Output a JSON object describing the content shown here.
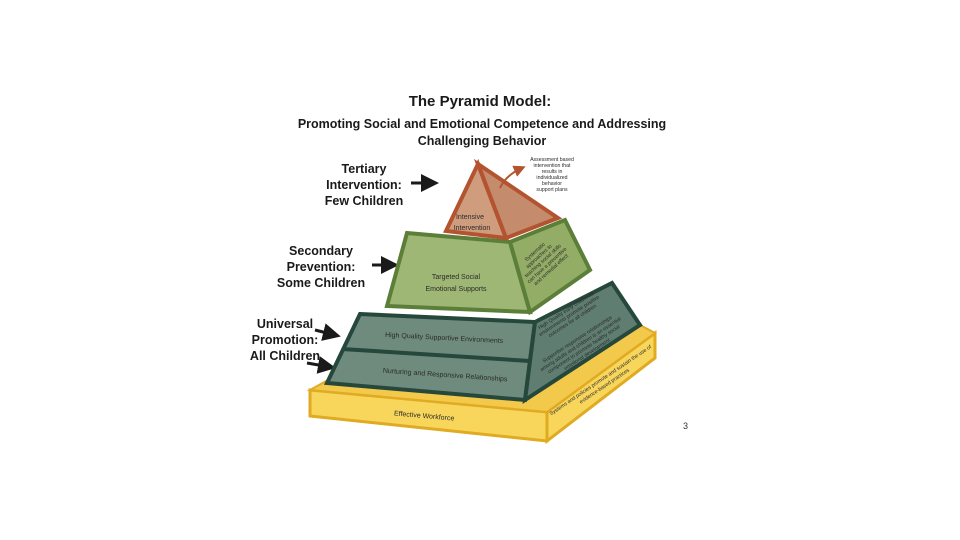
{
  "title": "The Pyramid Model:",
  "subtitle": {
    "line1": "Promoting Social and Emotional Competence and Addressing",
    "line2": "Challenging Behavior"
  },
  "levels": {
    "tertiary": {
      "line1": "Tertiary",
      "line2": "Intervention:",
      "line3": "Few Children"
    },
    "secondary": {
      "line1": "Secondary",
      "line2": "Prevention:",
      "line3": "Some Children"
    },
    "universal": {
      "line1": "Universal",
      "line2": "Promotion:",
      "line3": "All Children"
    }
  },
  "pyramid": {
    "intensive_1": "Intensive",
    "intensive_2": "Intervention",
    "tertiary_note": [
      "Assessment based",
      "intervention that",
      "results in",
      "individualized",
      "behavior",
      "support plans"
    ],
    "targeted_1": "Targeted Social",
    "targeted_2": "Emotional Supports",
    "targeted_side": [
      "Systematic",
      "approaches to",
      "teaching social skills",
      "can have a preventive",
      "and remedial effect"
    ],
    "high_quality": "High Quality Supportive Environments",
    "high_quality_side": [
      "High Quality early childhood",
      "environments promote positive",
      "outcomes for all children"
    ],
    "nurturing": "Nurturing and Responsive Relationships",
    "nurturing_side": [
      "Supportive responsive relationships",
      "among adults and children is an essential",
      "component to promote healthy social",
      "emotional development"
    ],
    "workforce": "Effective Workforce",
    "workforce_side": [
      "Systems and policies promote and sustain the use of",
      "evidence-based practices"
    ]
  },
  "colors": {
    "tertiary_fill": "#cf9c7e",
    "tertiary_border": "#b4532f",
    "secondary_fill": "#9fb775",
    "secondary_border": "#5b7e39",
    "universal_fill": "#6e8b7e",
    "universal_border": "#26473c",
    "base_fill": "#f8d65c",
    "base_border": "#e0aa22"
  },
  "page_number": "3"
}
